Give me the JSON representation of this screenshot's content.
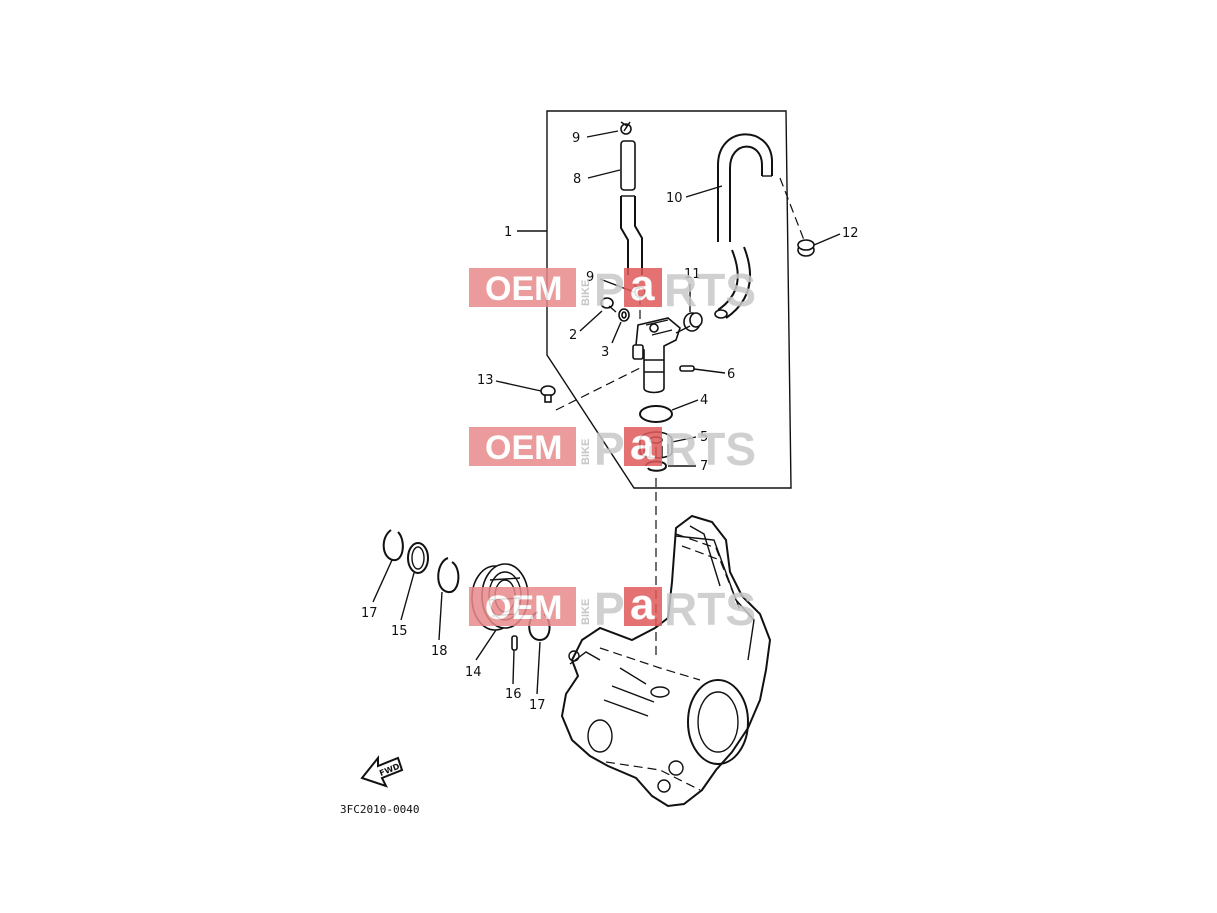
{
  "diagram": {
    "code": "3FC2010-0040",
    "fwd_label": "FWD",
    "callouts": [
      {
        "id": "c1",
        "label": "1"
      },
      {
        "id": "c2",
        "label": "2"
      },
      {
        "id": "c3",
        "label": "3"
      },
      {
        "id": "c4",
        "label": "4"
      },
      {
        "id": "c5",
        "label": "5"
      },
      {
        "id": "c6",
        "label": "6"
      },
      {
        "id": "c7",
        "label": "7"
      },
      {
        "id": "c8",
        "label": "8"
      },
      {
        "id": "c9a",
        "label": "9"
      },
      {
        "id": "c9b",
        "label": "9"
      },
      {
        "id": "c10",
        "label": "10"
      },
      {
        "id": "c11",
        "label": "11"
      },
      {
        "id": "c12",
        "label": "12"
      },
      {
        "id": "c13",
        "label": "13"
      },
      {
        "id": "c14",
        "label": "14"
      },
      {
        "id": "c15",
        "label": "15"
      },
      {
        "id": "c16",
        "label": "16"
      },
      {
        "id": "c17a",
        "label": "17"
      },
      {
        "id": "c17b",
        "label": "17"
      },
      {
        "id": "c18",
        "label": "18"
      }
    ]
  },
  "watermark": {
    "oem": "OEM",
    "bike": "BIKE",
    "p": "P",
    "a": "a",
    "rts": "RTS",
    "oem_bg_color": "#e88a8a",
    "a_bg_color": "#e05a5a",
    "parts_color": "#c8c8c8"
  }
}
